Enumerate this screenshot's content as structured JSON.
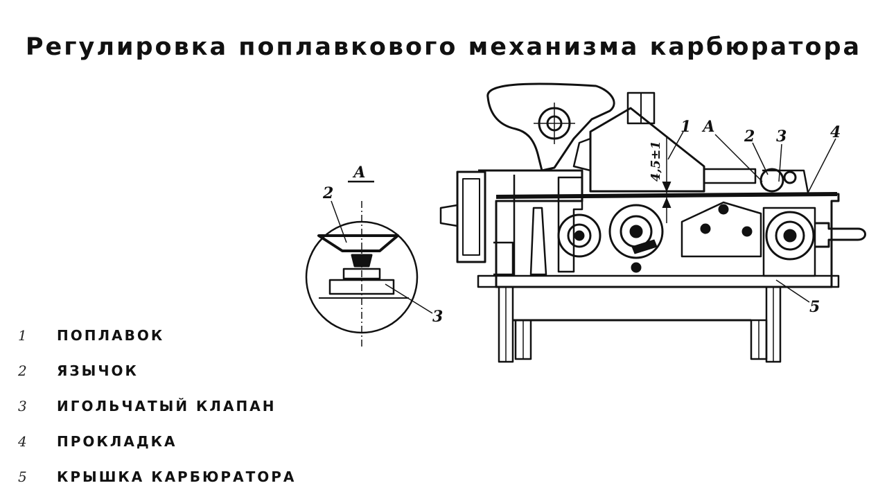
{
  "title": "Регулировка поплавкового механизма карбюратора",
  "legend": [
    {
      "num": "1",
      "text": "ПОПЛАВОК"
    },
    {
      "num": "2",
      "text": "ЯЗЫЧОК"
    },
    {
      "num": "3",
      "text": "ИГОЛЬЧАТЫЙ КЛАПАН"
    },
    {
      "num": "4",
      "text": "ПРОКЛАДКА"
    },
    {
      "num": "5",
      "text": "КРЫШКА КАРБЮРАТОРА"
    }
  ],
  "diagram": {
    "view_label": "А",
    "dimension": "4,5±1",
    "callouts": [
      "1",
      "2",
      "3",
      "4",
      "5",
      "А"
    ],
    "detail_callouts": [
      "2",
      "3"
    ]
  }
}
